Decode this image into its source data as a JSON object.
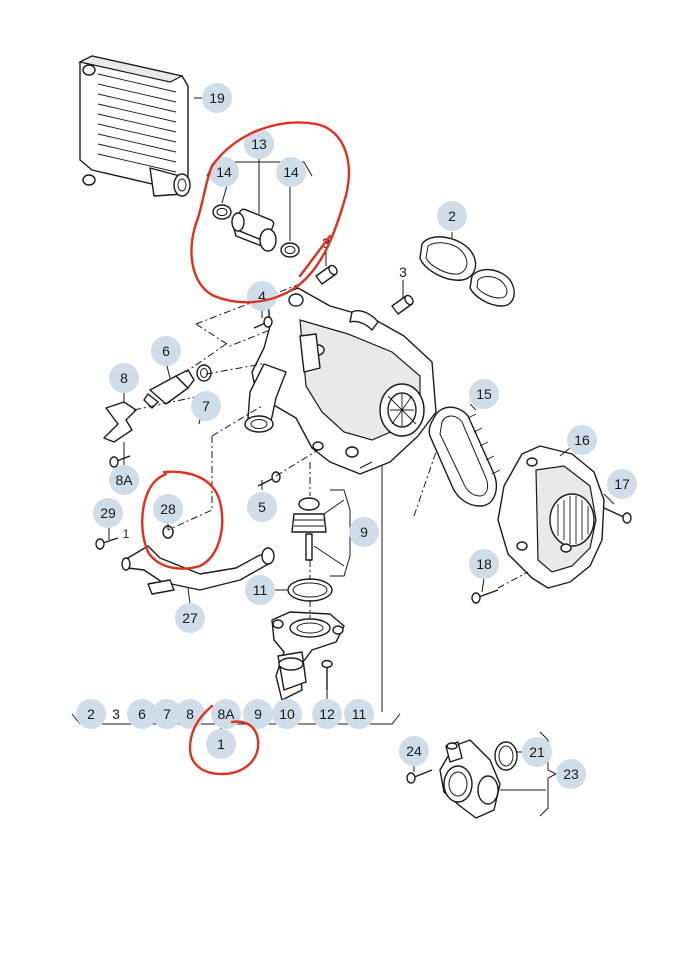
{
  "callouts": [
    {
      "id": "c19",
      "label": "19"
    },
    {
      "id": "c13",
      "label": "13"
    },
    {
      "id": "c14a",
      "label": "14"
    },
    {
      "id": "c14b",
      "label": "14"
    },
    {
      "id": "c2",
      "label": "2"
    },
    {
      "id": "c3a",
      "label": "3"
    },
    {
      "id": "c3b",
      "label": "3"
    },
    {
      "id": "c4",
      "label": "4"
    },
    {
      "id": "c6",
      "label": "6"
    },
    {
      "id": "c8",
      "label": "8"
    },
    {
      "id": "c7",
      "label": "7"
    },
    {
      "id": "c8A",
      "label": "8A"
    },
    {
      "id": "c15",
      "label": "15"
    },
    {
      "id": "c16",
      "label": "16"
    },
    {
      "id": "c17",
      "label": "17"
    },
    {
      "id": "c5",
      "label": "5"
    },
    {
      "id": "c28",
      "label": "28"
    },
    {
      "id": "c29",
      "label": "29"
    },
    {
      "id": "c9",
      "label": "9"
    },
    {
      "id": "c18",
      "label": "18"
    },
    {
      "id": "c11",
      "label": "11"
    },
    {
      "id": "c27",
      "label": "27"
    },
    {
      "id": "c24",
      "label": "24"
    },
    {
      "id": "c21",
      "label": "21"
    },
    {
      "id": "c23",
      "label": "23"
    }
  ],
  "plain_labels": {
    "small_1_near_29": "1"
  },
  "kit_row": {
    "items": [
      "2",
      "3",
      "6",
      "7",
      "8",
      "8A",
      "9",
      "10",
      "12",
      "11"
    ],
    "highlighted": [
      true,
      false,
      true,
      true,
      true,
      true,
      true,
      true,
      true,
      true
    ],
    "parent_label": "1"
  },
  "colors": {
    "callout_fill": "#cfdde8",
    "line": "#1a1a1a",
    "markup_red": "#e0301e",
    "background": "#ffffff"
  }
}
